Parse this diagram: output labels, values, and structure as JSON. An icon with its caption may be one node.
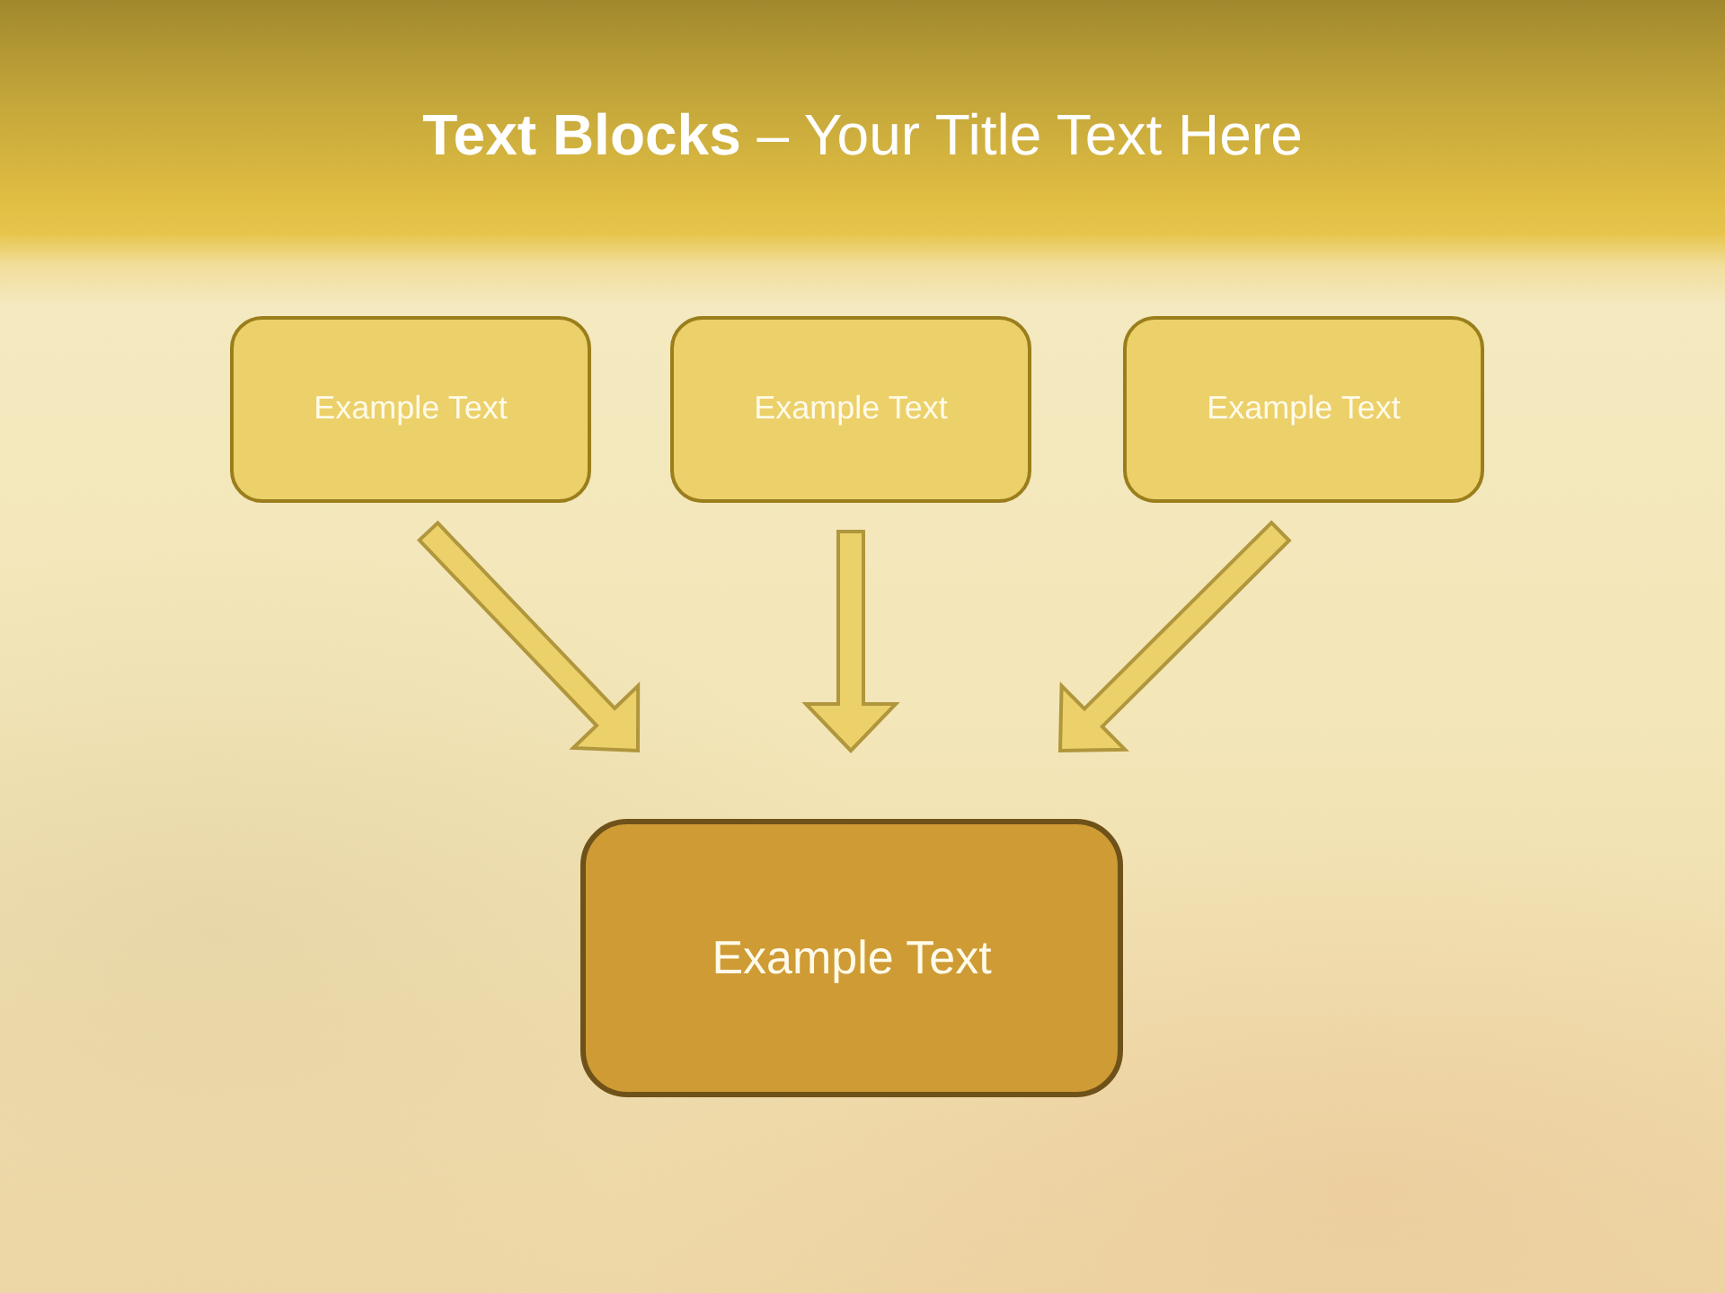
{
  "diagram": {
    "title": "**Text Blocks** – Your Title Text Here",
    "nodes": [
      {
        "text": [
          "Example Text"
        ]
      },
      {
        "text": [
          "Example Text"
        ]
      },
      {
        "text": [
          "Example Text"
        ]
      },
      {
        "text": [
          "Example Text"
        ]
      }
    ],
    "edges": [
      {
        "from": 0,
        "to": 3,
        "arrow": "to"
      },
      {
        "from": 1,
        "to": 3,
        "arrow": "to"
      },
      {
        "from": 2,
        "to": 3,
        "arrow": "to"
      }
    ]
  }
}
